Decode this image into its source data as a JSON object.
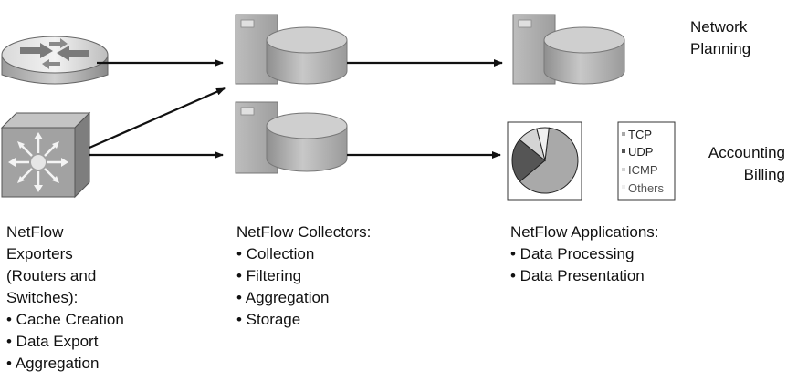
{
  "labels": {
    "network_planning": [
      "Network",
      "Planning"
    ],
    "accounting_billing": [
      "Accounting",
      "Billing"
    ]
  },
  "legend": [
    "TCP",
    "UDP",
    "ICMP",
    "Others"
  ],
  "pie_fractions": [
    0.62,
    0.22,
    0.1,
    0.06
  ],
  "exporters": {
    "title_lines": [
      "NetFlow",
      "Exporters",
      "(Routers and",
      "Switches):"
    ],
    "bullets": [
      "• Cache Creation",
      "• Data Export",
      "• Aggregation"
    ]
  },
  "collectors": {
    "title": "NetFlow Collectors:",
    "bullets": [
      "• Collection",
      "• Filtering",
      "• Aggregation",
      "• Storage"
    ]
  },
  "applications": {
    "title": "NetFlow Applications:",
    "bullets": [
      "• Data Processing",
      "• Data Presentation"
    ]
  }
}
